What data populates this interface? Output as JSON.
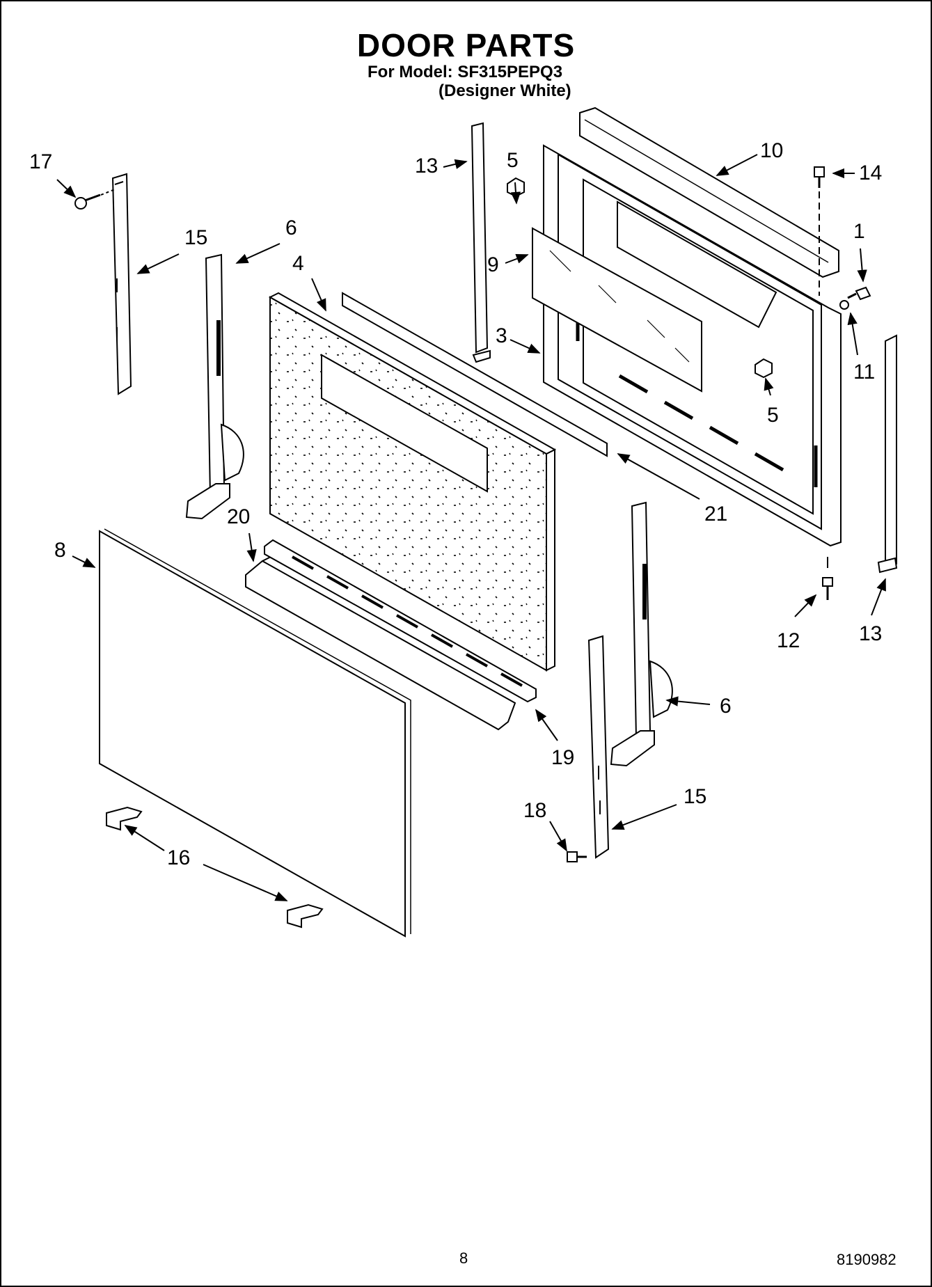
{
  "header": {
    "title": "DOOR PARTS",
    "model": "For Model: SF315PEPQ3",
    "variant": "(Designer White)"
  },
  "footer": {
    "page_number": "8",
    "document_number": "8190982"
  },
  "callouts": [
    "17",
    "15",
    "6",
    "4",
    "13",
    "5",
    "9",
    "3",
    "10",
    "14",
    "1",
    "11",
    "5",
    "21",
    "20",
    "8",
    "19",
    "6",
    "15",
    "18",
    "16",
    "12",
    "13"
  ]
}
